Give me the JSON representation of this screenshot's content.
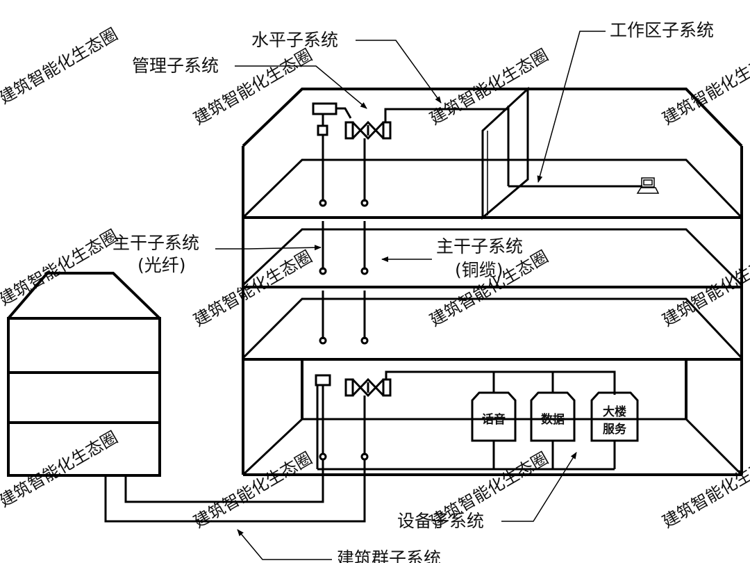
{
  "labels": {
    "horizontal": "水平子系统",
    "admin": "管理子系统",
    "work_area": "工作区子系统",
    "backbone_fiber_l1": "主干子系统",
    "backbone_fiber_l2": "(光纤)",
    "backbone_copper_l1": "主干子系统",
    "backbone_copper_l2": "(铜缆)",
    "equipment": "设备子系统",
    "campus": "建筑群子系统"
  },
  "equipment_boxes": {
    "voice": "话音",
    "data": "数据",
    "service_l1": "大楼",
    "service_l2": "服务"
  },
  "watermark": "建筑智能化生态圈"
}
